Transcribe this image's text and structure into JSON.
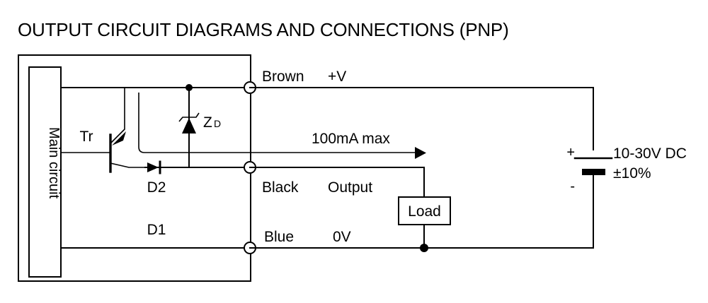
{
  "title": "OUTPUT CIRCUIT DIAGRAMS AND CONNECTIONS (PNP)",
  "sensor": {
    "main_circuit_label": "Main circuit",
    "transistor_label": "Tr",
    "zener_label": "Z",
    "zener_sub": "D",
    "diode2_label": "D2",
    "diode1_label": "D1"
  },
  "terminals": [
    {
      "wire_color": "Brown",
      "function": "+V"
    },
    {
      "wire_color": "Black",
      "function": "Output"
    },
    {
      "wire_color": "Blue",
      "function": "0V"
    }
  ],
  "annotations": {
    "current_rating": "100mA max",
    "load_label": "Load",
    "supply_voltage": "10-30V DC",
    "supply_tolerance": "±10%",
    "plus_sign": "+",
    "minus_sign": "-"
  },
  "colors": {
    "ink": "#000000",
    "background": "#ffffff"
  }
}
